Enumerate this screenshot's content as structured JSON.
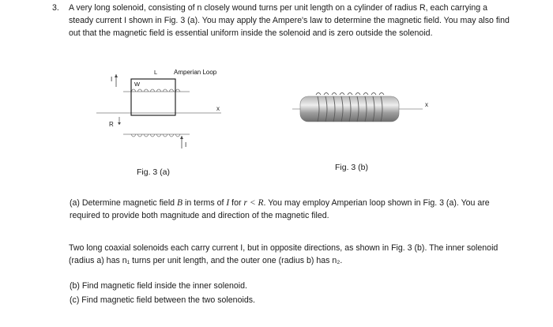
{
  "problem": {
    "number": "3.",
    "intro": "A very long solenoid, consisting of n closely wound turns per unit length on a cylinder of radius R, each carrying a steady current I shown in Fig. 3 (a).  You may apply the Ampere's law to determine the magnetic field.  You may also find out that the magnetic field is essential uniform inside the solenoid and is zero outside the solenoid."
  },
  "figure_a": {
    "caption": "Fig. 3 (a)",
    "label_L": "L",
    "label_W": "W",
    "label_R": "R",
    "label_x": "x",
    "label_loop": "Amperian Loop",
    "label_I_top": "I",
    "label_I_bottom": "I"
  },
  "figure_b": {
    "caption": "Fig. 3 (b)",
    "label_x": "x"
  },
  "part_a": {
    "prefix": "(a)  Determine magnetic field ",
    "B": "B",
    "mid": " in terms of ",
    "I": "I",
    "for_text": " for ",
    "cond": "r < R",
    "rest": ".  You may employ Amperian loop shown in Fig. 3 (a).  You are required to provide both magnitude and direction of the magnetic filed."
  },
  "paragraph_2": "Two long coaxial solenoids each carry current I, but in opposite directions, as shown in Fig. 3 (b). The inner solenoid (radius a) has n₁ turns per unit length, and the outer one (radius b) has n₂.",
  "part_b": "(b)  Find magnetic field inside the inner solenoid.",
  "part_c": "(c)  Find magnetic field between the two solenoids."
}
